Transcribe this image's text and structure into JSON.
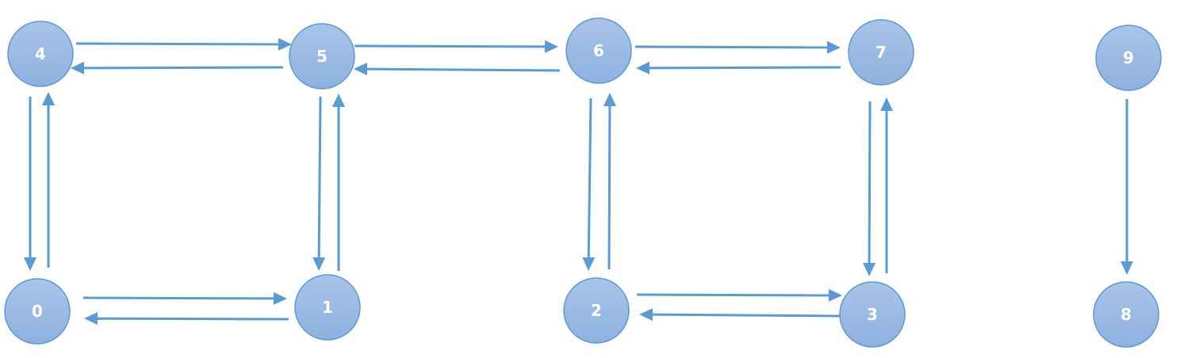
{
  "graph": {
    "nodes": [
      {
        "id": "4",
        "label": "4"
      },
      {
        "id": "5",
        "label": "5"
      },
      {
        "id": "6",
        "label": "6"
      },
      {
        "id": "7",
        "label": "7"
      },
      {
        "id": "9",
        "label": "9"
      },
      {
        "id": "0",
        "label": "0"
      },
      {
        "id": "1",
        "label": "1"
      },
      {
        "id": "2",
        "label": "2"
      },
      {
        "id": "3",
        "label": "3"
      },
      {
        "id": "8",
        "label": "8"
      }
    ],
    "edges": [
      {
        "from": "4",
        "to": "5"
      },
      {
        "from": "5",
        "to": "4"
      },
      {
        "from": "5",
        "to": "6"
      },
      {
        "from": "6",
        "to": "5"
      },
      {
        "from": "6",
        "to": "7"
      },
      {
        "from": "7",
        "to": "6"
      },
      {
        "from": "4",
        "to": "0"
      },
      {
        "from": "0",
        "to": "4"
      },
      {
        "from": "5",
        "to": "1"
      },
      {
        "from": "1",
        "to": "5"
      },
      {
        "from": "6",
        "to": "2"
      },
      {
        "from": "2",
        "to": "6"
      },
      {
        "from": "7",
        "to": "3"
      },
      {
        "from": "3",
        "to": "7"
      },
      {
        "from": "0",
        "to": "1"
      },
      {
        "from": "1",
        "to": "0"
      },
      {
        "from": "2",
        "to": "3"
      },
      {
        "from": "3",
        "to": "2"
      },
      {
        "from": "9",
        "to": "8"
      }
    ],
    "colors": {
      "node_fill_top": "#a9c4e8",
      "node_fill_bottom": "#8eb1df",
      "node_stroke": "#5b9bd5",
      "edge": "#5b9bd5",
      "label": "#ffffff"
    }
  }
}
